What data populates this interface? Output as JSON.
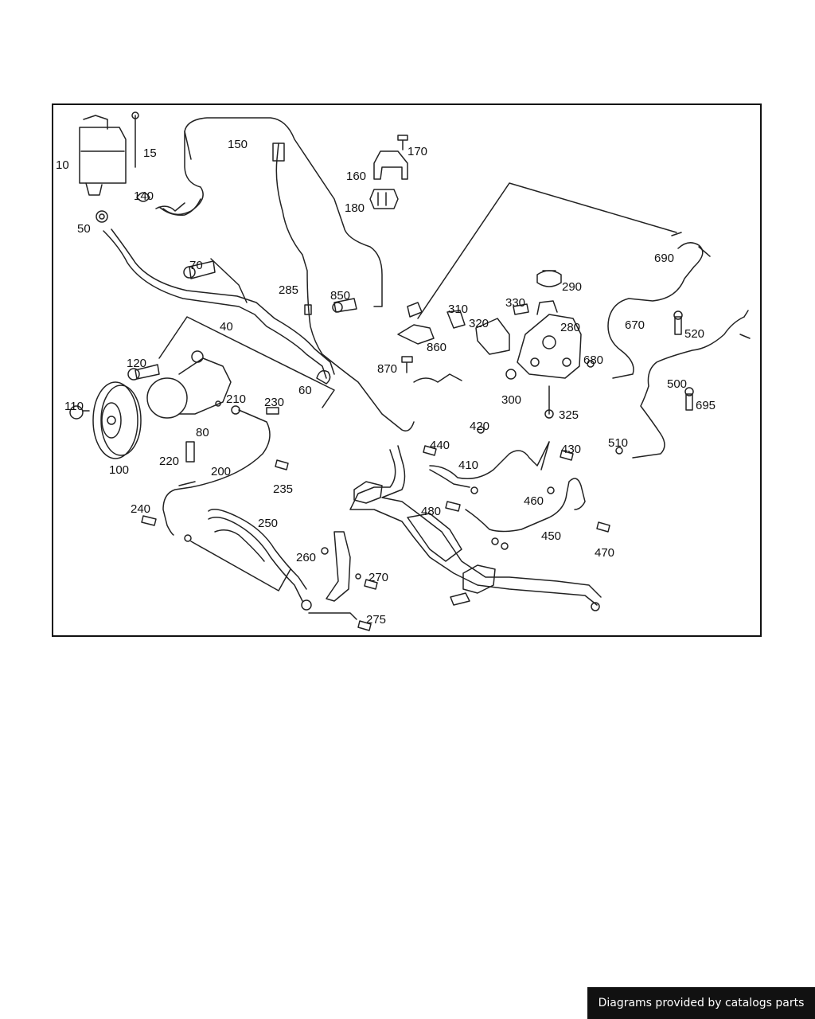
{
  "diagram": {
    "part_labels": [
      "10",
      "15",
      "50",
      "140",
      "150",
      "285",
      "850",
      "160",
      "170",
      "180",
      "70",
      "40",
      "60",
      "310",
      "860",
      "870",
      "320",
      "330",
      "290",
      "280",
      "690",
      "670",
      "520",
      "680",
      "500",
      "695",
      "300",
      "325",
      "120",
      "110",
      "100",
      "80",
      "210",
      "230",
      "220",
      "200",
      "235",
      "240",
      "250",
      "260",
      "270",
      "275",
      "420",
      "430",
      "440",
      "410",
      "480",
      "460",
      "450",
      "470",
      "510"
    ]
  },
  "footer": {
    "credit": "Diagrams provided by catalogs parts"
  },
  "colors": {
    "line": "#222222",
    "credit_bg": "#111111",
    "credit_text": "#ffffff"
  }
}
